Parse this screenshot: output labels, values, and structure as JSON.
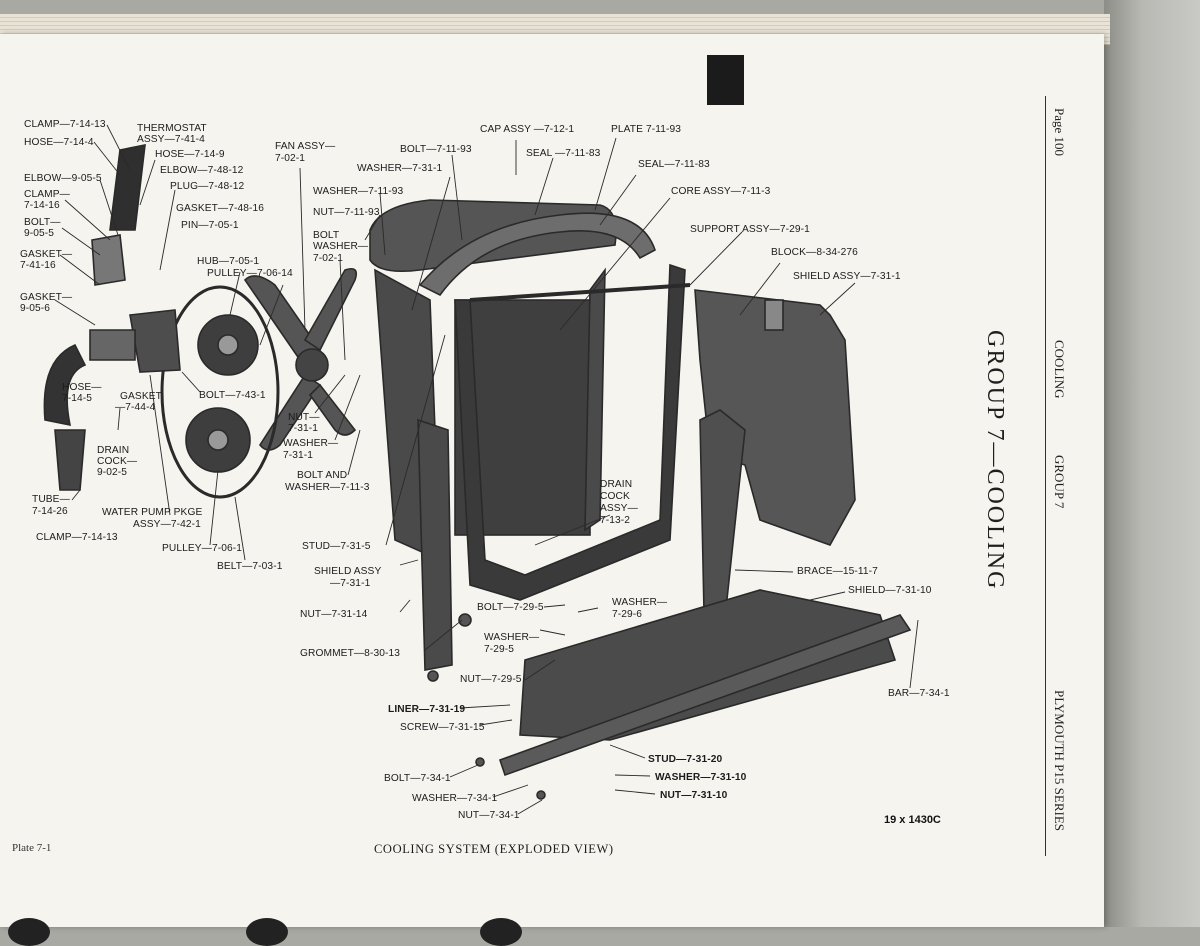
{
  "header": {
    "page": "Page 100",
    "section": "COOLING",
    "group": "GROUP 7",
    "series": "PLYMOUTH P15 SERIES",
    "group_title": "GROUP 7—COOLING"
  },
  "caption": "COOLING SYSTEM (EXPLODED VIEW)",
  "plate_ref": "Plate 7-1",
  "drawing_code": "19 x 1430C",
  "labels": [
    "CLAMP—7-14-13",
    "HOSE—7-14-4",
    "THERMOSTAT",
    "ASSY—7-41-4",
    "HOSE—7-14-9",
    "ELBOW—7-48-12",
    "PLUG—7-48-12",
    "ELBOW—9-05-5",
    "CLAMP—",
    "7-14-16",
    "GASKET—7-48-16",
    "BOLT—",
    "9-05-5",
    "PIN—7-05-1",
    "GASKET—",
    "7-41-16",
    "HUB—7-05-1",
    "PULLEY—7-06-14",
    "GASKET—",
    "9-05-6",
    "FAN ASSY—",
    "7-02-1",
    "BOLT—7-11-93",
    "WASHER—7-31-1",
    "WASHER—7-11-93",
    "NUT—7-11-93",
    "BOLT",
    "WASHER—",
    "7-02-1",
    "CAP ASSY —7-12-1",
    "SEAL —7-11-83",
    "PLATE 7-11-93",
    "SEAL—7-11-83",
    "CORE ASSY—7-11-3",
    "SUPPORT ASSY—7-29-1",
    "BLOCK—8-34-276",
    "SHIELD ASSY—7-31-1",
    "HOSE—",
    "7-14-5",
    "GASKET",
    "—7-44-4",
    "BOLT—7-43-1",
    "DRAIN",
    "COCK—",
    "9-02-5",
    "NUT—",
    "7-31-1",
    "WASHER—",
    "7-31-1",
    "BOLT AND",
    "WASHER—7-11-3",
    "TUBE—",
    "7-14-26",
    "WATER PUMP PKGE",
    "ASSY—7-42-1",
    "CLAMP—7-14-13",
    "PULLEY—7-06-1",
    "BELT—7-03-1",
    "DRAIN",
    "COCK",
    "ASSY—",
    "7-13-2",
    "STUD—7-31-5",
    "SHIELD ASSY",
    "—7-31-1",
    "NUT—7-31-14",
    "BOLT—7-29-5",
    "WASHER—",
    "7-29-6",
    "WASHER—",
    "7-29-5",
    "GROMMET—8-30-13",
    "NUT—7-29-5",
    "BRACE—15-11-7",
    "SHIELD—7-31-10",
    "BAR—7-34-1",
    "LINER—7-31-19",
    "SCREW—7-31-15",
    "STUD—7-31-20",
    "BOLT—7-34-1",
    "WASHER—7-31-10",
    "WASHER—7-34-1",
    "NUT—7-31-10",
    "NUT—7-34-1"
  ]
}
